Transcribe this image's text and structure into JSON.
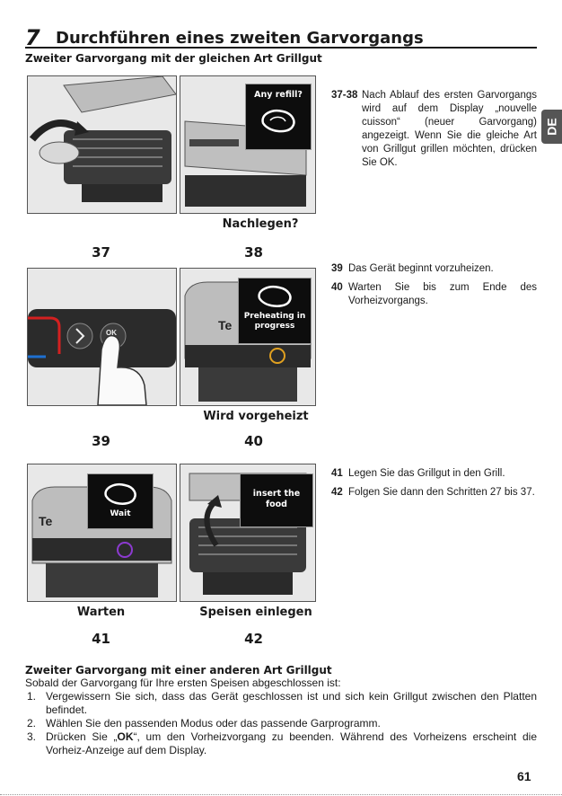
{
  "header": {
    "number": "7",
    "title": "Durchführen eines zweiten Garvorgangs"
  },
  "section1": {
    "title": "Zweiter Garvorgang mit der gleichen Art Grillgut"
  },
  "lang_tab": "DE",
  "figures": [
    {
      "num": "37",
      "caption": "",
      "screen_text": ""
    },
    {
      "num": "38",
      "caption": "Nachlegen?",
      "screen_text": "Any refill?"
    },
    {
      "num": "39",
      "caption": "",
      "screen_text": "",
      "button_label": "OK"
    },
    {
      "num": "40",
      "caption": "Wird vorgeheizt",
      "screen_text": "Preheating in progress",
      "brand": "Te"
    },
    {
      "num": "41",
      "caption": "Warten",
      "screen_text": "Wait",
      "brand": "Te"
    },
    {
      "num": "42",
      "caption": "Speisen einlegen",
      "screen_text": "insert the food"
    }
  ],
  "steps": [
    {
      "num": "37-38",
      "text": "Nach Ablauf des ersten Garvorgangs wird auf dem Display „nouvelle cuisson“ (neuer Garvorgang) angezeigt. Wenn Sie die gleiche Art von Grillgut grillen möchten, drücken Sie OK."
    },
    {
      "num": "39",
      "text": "Das Gerät beginnt vorzuheizen."
    },
    {
      "num": "40",
      "text": "Warten Sie bis zum Ende des Vorheizvorgangs."
    },
    {
      "num": "41",
      "text": "Legen Sie das Grillgut in den Grill."
    },
    {
      "num": "42",
      "text": "Folgen Sie dann den Schritten 27 bis 37."
    }
  ],
  "section2": {
    "title": "Zweiter Garvorgang mit einer anderen Art Grillgut",
    "intro": "Sobald der Garvorgang für Ihre ersten Speisen abgeschlossen ist:",
    "items": [
      {
        "num": "1.",
        "text": "Vergewissern Sie sich, dass das Gerät geschlossen ist und sich kein Grillgut zwischen den Platten befindet."
      },
      {
        "num": "2.",
        "text": "Wählen Sie den passenden Modus oder das passende Garprogramm."
      },
      {
        "num": "3.",
        "text_before": "Drücken Sie „",
        "text_bold": "OK",
        "text_after": "“, um den Vorheizvorgang zu beenden. Während des Vorheizens erscheint die Vorheiz-Anzeige auf dem Display."
      }
    ]
  },
  "page_number": "61"
}
